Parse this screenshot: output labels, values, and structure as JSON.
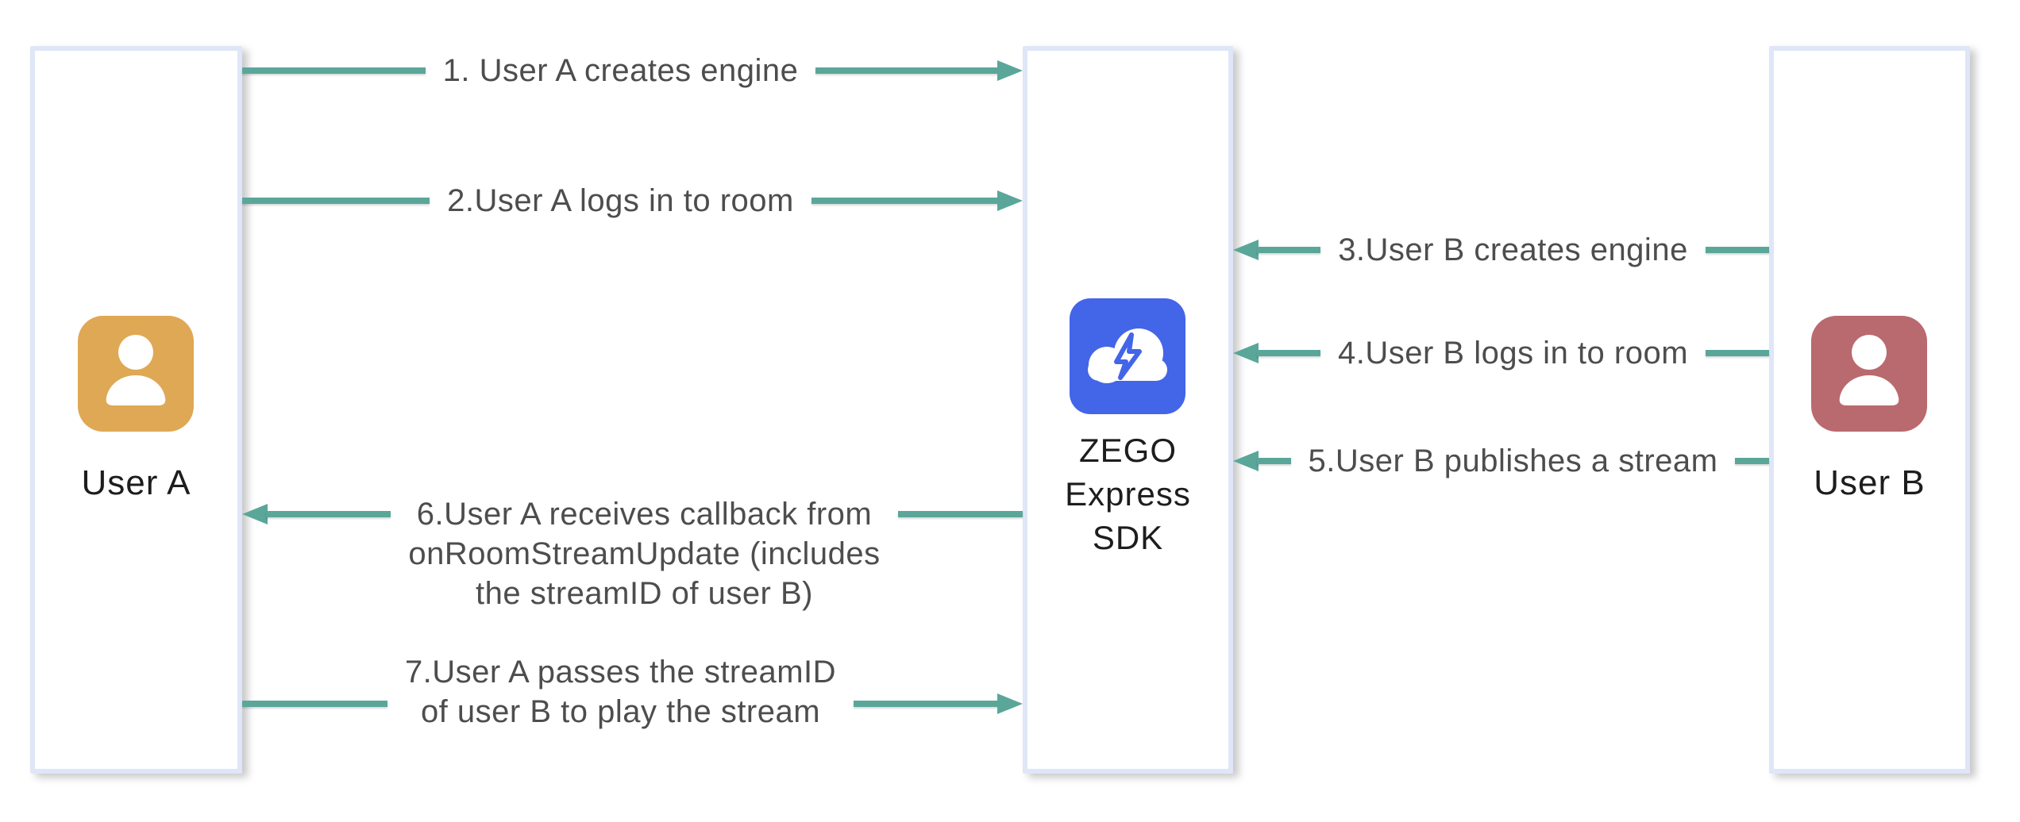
{
  "colors": {
    "background": "#FFFFFF",
    "arrow": "#5AA79A",
    "lane_border": "#DFE6F7",
    "arrow_text": "#4D4D4D",
    "lane_text": "#1D1D1D",
    "user_a_icon": "#DFA855",
    "user_b_icon": "#B96A6E",
    "sdk_icon": "#4365E8"
  },
  "lanes": [
    {
      "id": "user-a",
      "label": "User A",
      "icon": "person-icon",
      "icon_color": "#DFA855"
    },
    {
      "id": "zego-sdk",
      "label": "ZEGO\nExpress\nSDK",
      "icon": "cloud-lightning-icon",
      "icon_color": "#4365E8"
    },
    {
      "id": "user-b",
      "label": "User B",
      "icon": "person-icon",
      "icon_color": "#B96A6E"
    }
  ],
  "arrows": [
    {
      "step": 1,
      "label": "1. User A creates engine",
      "from": "user-a",
      "to": "zego-sdk",
      "direction": "right"
    },
    {
      "step": 2,
      "label": "2.User A logs in to room",
      "from": "user-a",
      "to": "zego-sdk",
      "direction": "right"
    },
    {
      "step": 3,
      "label": "3.User B creates engine",
      "from": "user-b",
      "to": "zego-sdk",
      "direction": "left"
    },
    {
      "step": 4,
      "label": "4.User B logs in to room",
      "from": "user-b",
      "to": "zego-sdk",
      "direction": "left"
    },
    {
      "step": 5,
      "label": "5.User B publishes a stream",
      "from": "user-b",
      "to": "zego-sdk",
      "direction": "left"
    },
    {
      "step": 6,
      "label": "6.User A receives callback from\nonRoomStreamUpdate (includes\nthe streamID of user B)",
      "from": "zego-sdk",
      "to": "user-a",
      "direction": "left"
    },
    {
      "step": 7,
      "label": "7.User A passes the streamID\nof user B to play the stream",
      "from": "user-a",
      "to": "zego-sdk",
      "direction": "right"
    }
  ]
}
